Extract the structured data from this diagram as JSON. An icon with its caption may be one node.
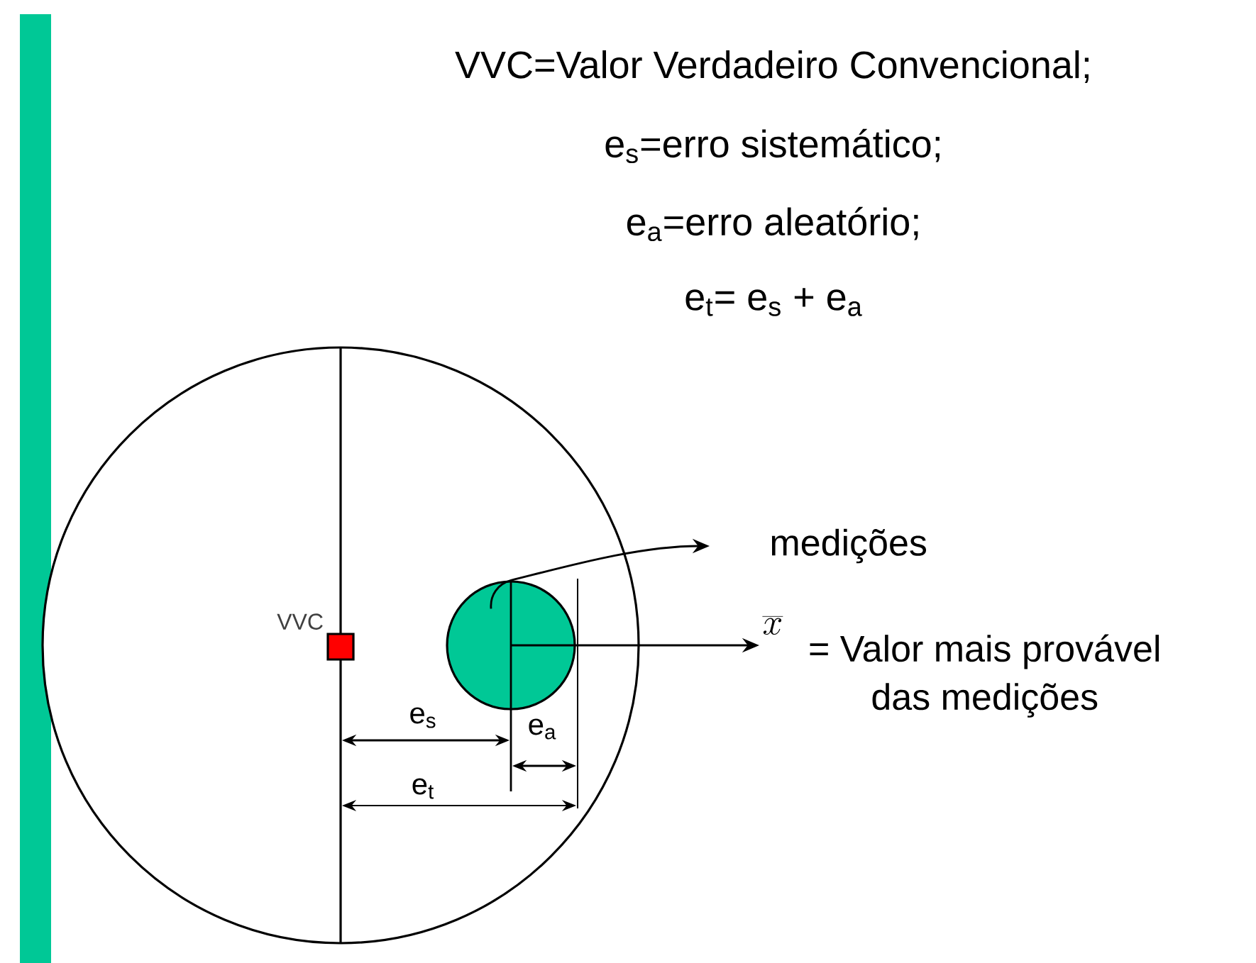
{
  "diagram": {
    "nodes": [
      {
        "text": [],
        "shape": "bar"
      },
      {
        "text": [],
        "shape": "circle"
      },
      {
        "text": [],
        "shape": "box",
        "beside": [
          "VVC"
        ],
        "in": 1
      },
      {
        "text": [],
        "shape": "circle",
        "in": 1
      },
      {
        "text": [
          "medições"
        ]
      },
      {
        "text": [
          "\\overline{x}",
          "= Valor mais provável das medições"
        ]
      }
    ],
    "edges": [
      {
        "from": 3,
        "to": 4,
        "arrow": "to"
      },
      {
        "from": 3,
        "to": 5,
        "arrow": "to"
      }
    ],
    "labels": [
      "VVC=Valor Verdadeiro Convencional;",
      "e$_{s}$=erro sistemático;",
      "e$_{a}$=erro aleatório;",
      "e$_{t}$= e$_{s}$ + e$_{a}$",
      "e$_{s}$",
      "e$_{a}$",
      "e$_{t}$"
    ]
  }
}
